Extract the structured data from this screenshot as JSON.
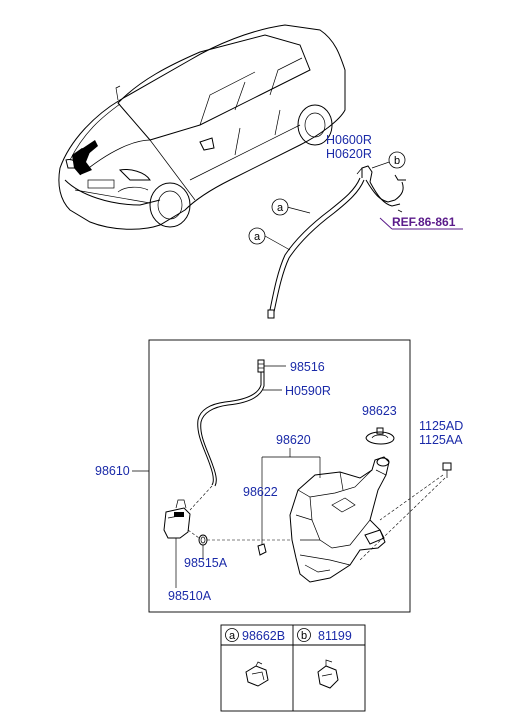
{
  "labels": {
    "h0600r": "H0600R",
    "h0620r": "H0620R",
    "ref": "REF.86-861",
    "p98516": "98516",
    "h0590r": "H0590R",
    "p98623": "98623",
    "p1125ad": "1125AD",
    "p1125aa": "1125AA",
    "p98620": "98620",
    "p98610": "98610",
    "p98622": "98622",
    "p98515a": "98515A",
    "p98510a": "98510A"
  },
  "callouts": {
    "a": "a",
    "b": "b"
  },
  "legend": {
    "a_letter": "a",
    "a_part": "98662B",
    "b_letter": "b",
    "b_part": "81199"
  }
}
